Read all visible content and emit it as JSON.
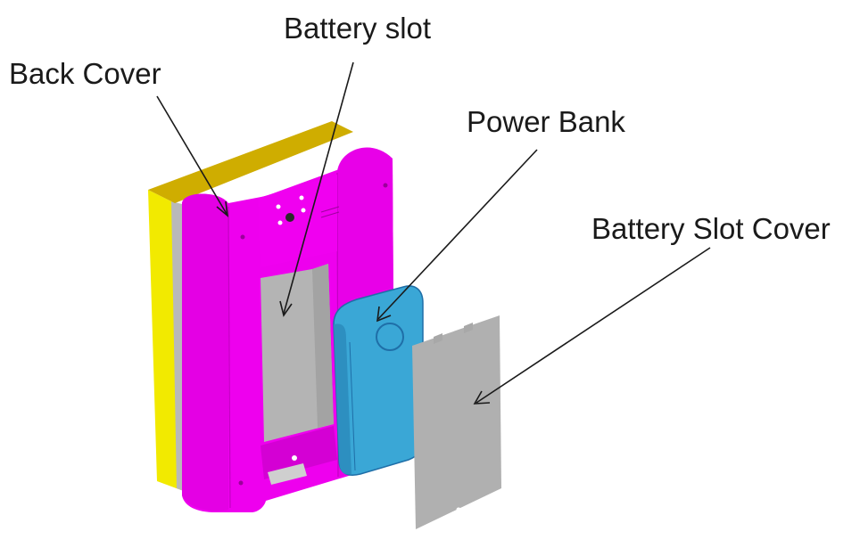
{
  "diagram": {
    "labels": {
      "battery_slot": "Battery slot",
      "back_cover": "Back Cover",
      "power_bank": "Power Bank",
      "battery_slot_cover": "Battery Slot Cover"
    },
    "colors": {
      "back_cover_body": "#ee00ee",
      "back_cover_shade": "#c400c4",
      "side_edge": "#f2ea00",
      "top_edge": "#cfad00",
      "battery_slot": "#b4b4b4",
      "power_bank": "#3aa7d6",
      "power_bank_edge": "#1f6fa8",
      "slot_cover": "#b0b0b0",
      "leader_line": "#1a1a1a"
    }
  }
}
